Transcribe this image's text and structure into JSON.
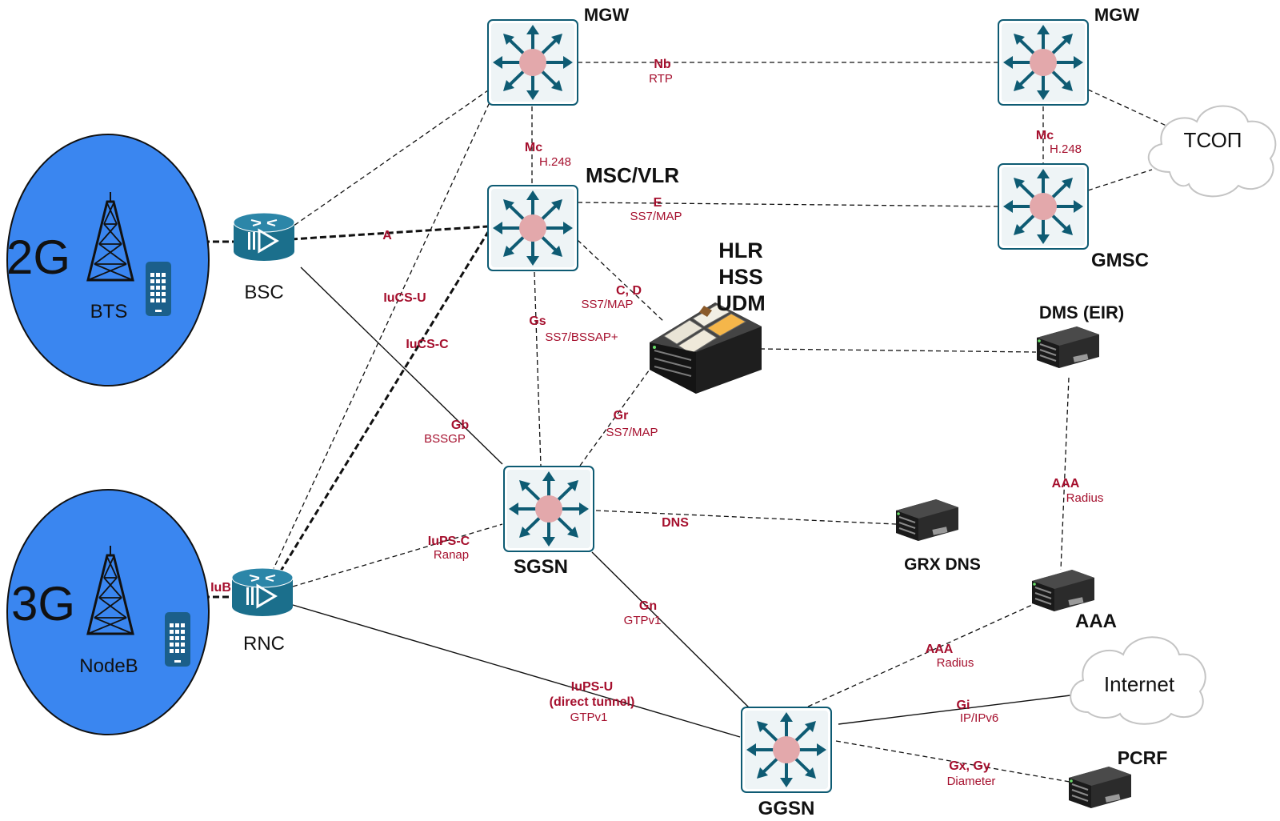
{
  "nodes": {
    "g2_label": "2G",
    "bts": "BTS",
    "g3_label": "3G",
    "nodeb": "NodeB",
    "bsc": "BSC",
    "rnc": "RNC",
    "mgw1": "MGW",
    "mgw2": "MGW",
    "msc": "MSC/VLR",
    "gmsc": "GMSC",
    "tsop": "ТСОП",
    "hlr": "HLR",
    "hss": "HSS",
    "udm": "UDM",
    "dms": "DMS (EIR)",
    "sgsn": "SGSN",
    "grx": "GRX DNS",
    "aaa": "AAA",
    "internet": "Internet",
    "ggsn": "GGSN",
    "pcrf": "PCRF"
  },
  "interfaces": {
    "nb": {
      "name": "Nb",
      "proto": "RTP"
    },
    "mc1": {
      "name": "Mc",
      "proto": "H.248"
    },
    "mc2": {
      "name": "Mc",
      "proto": "H.248"
    },
    "e": {
      "name": "E",
      "proto": "SS7/MAP"
    },
    "a": {
      "name": "A"
    },
    "iucs_u": {
      "name": "IuCS-U"
    },
    "iucs_c": {
      "name": "IuCS-C"
    },
    "cd": {
      "name": "C, D",
      "proto": "SS7/MAP"
    },
    "gs": {
      "name": "Gs",
      "proto": "SS7/BSSAP+"
    },
    "gr": {
      "name": "Gr",
      "proto": "SS7/MAP"
    },
    "gb": {
      "name": "Gb",
      "proto": "BSSGP"
    },
    "dns": {
      "name": "DNS"
    },
    "iups_c": {
      "name": "IuPS-C",
      "proto": "Ranap"
    },
    "iub": {
      "name": "IuB"
    },
    "gn": {
      "name": "Gn",
      "proto": "GTPv1"
    },
    "iups_u": {
      "name": "IuPS-U",
      "name2": "(direct tunnel)",
      "proto": "GTPv1"
    },
    "aaa_dms": {
      "name": "AAA",
      "proto": "Radius"
    },
    "aaa_ggsn": {
      "name": "AAA",
      "proto": "Radius"
    },
    "gi": {
      "name": "Gi",
      "proto": "IP/IPv6"
    },
    "gxgy": {
      "name": "Gx, Gy",
      "proto": "Diameter"
    }
  },
  "colors": {
    "cell_blue": "#3a86f0",
    "switch_teal": "#0e5b73",
    "switch_core": "#e3a8ab",
    "router_teal": "#1b6f8c",
    "interface_red": "#a50f2d"
  }
}
